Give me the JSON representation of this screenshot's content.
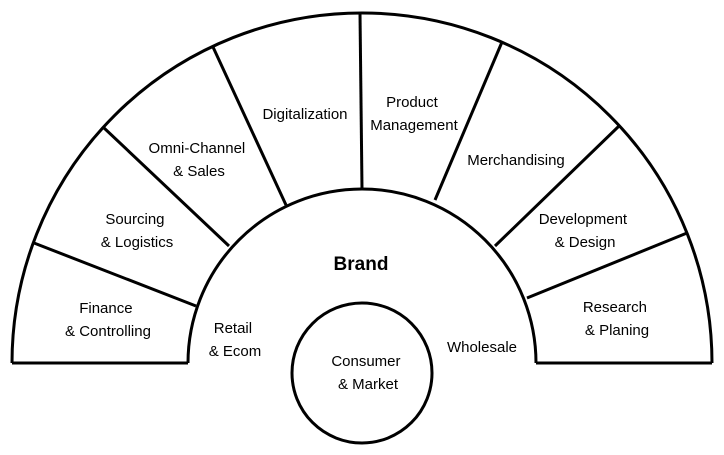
{
  "diagram": {
    "center": {
      "title": "Brand",
      "core": [
        "Consumer",
        "& Market"
      ],
      "left_channel": [
        "Retail",
        "& Ecom"
      ],
      "right_channel": [
        "Wholesale"
      ]
    },
    "segments": [
      [
        "Finance",
        "& Controlling"
      ],
      [
        "Sourcing",
        "& Logistics"
      ],
      [
        "Omni-Channel",
        "& Sales"
      ],
      [
        "Digitalization"
      ],
      [
        "Product",
        "Management"
      ],
      [
        "Merchandising"
      ],
      [
        "Development",
        "& Design"
      ],
      [
        "Research",
        "& Planing"
      ]
    ]
  }
}
